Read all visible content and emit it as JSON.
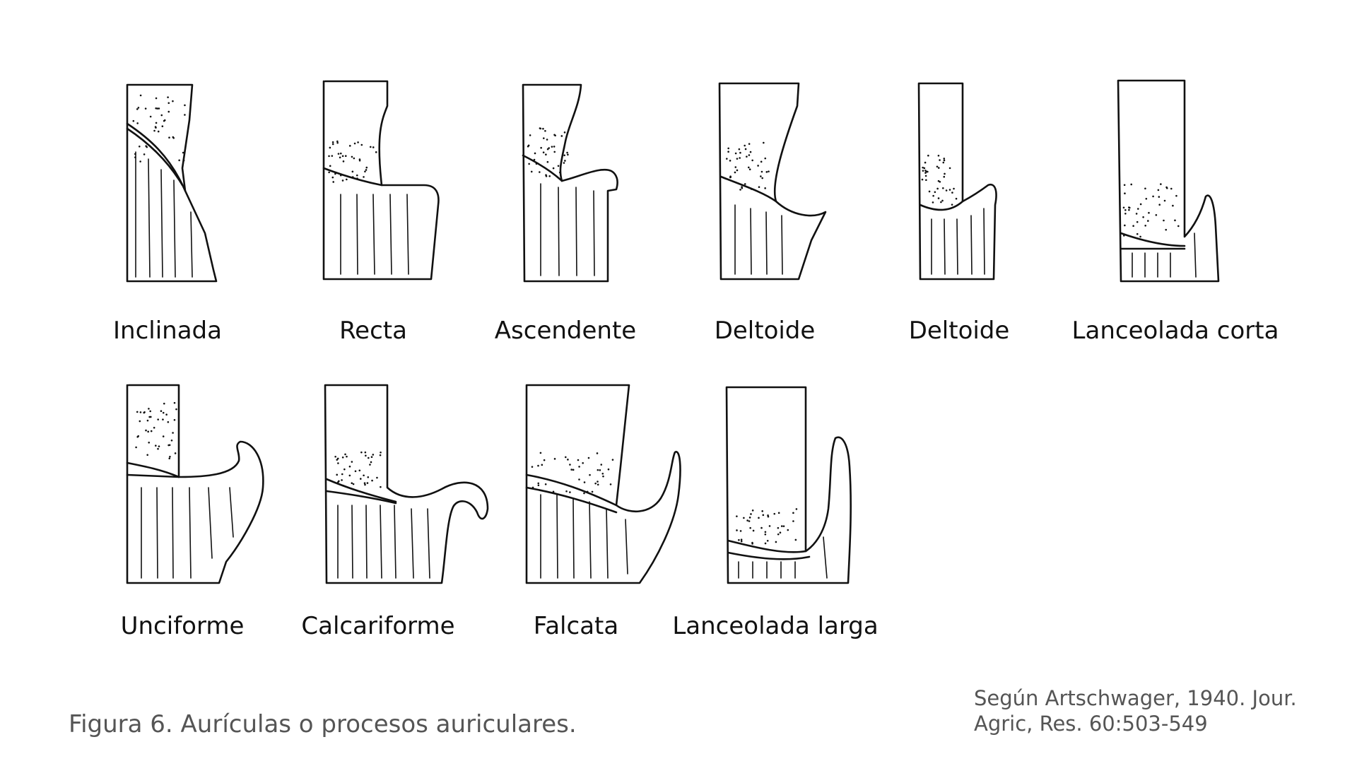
{
  "figure": {
    "items": [
      {
        "label": "Inclinada"
      },
      {
        "label": "Recta"
      },
      {
        "label": "Ascendente"
      },
      {
        "label": "Deltoide"
      },
      {
        "label": "Deltoide"
      },
      {
        "label": "Lanceolada corta"
      },
      {
        "label": "Unciforme"
      },
      {
        "label": "Calcariforme"
      },
      {
        "label": "Falcata"
      },
      {
        "label": "Lanceolada larga"
      }
    ],
    "caption": "Figura 6. Aurículas o procesos auriculares.",
    "source_line1": "Según Artschwager, 1940. Jour.",
    "source_line2": "Agric, Res. 60:503-549"
  }
}
